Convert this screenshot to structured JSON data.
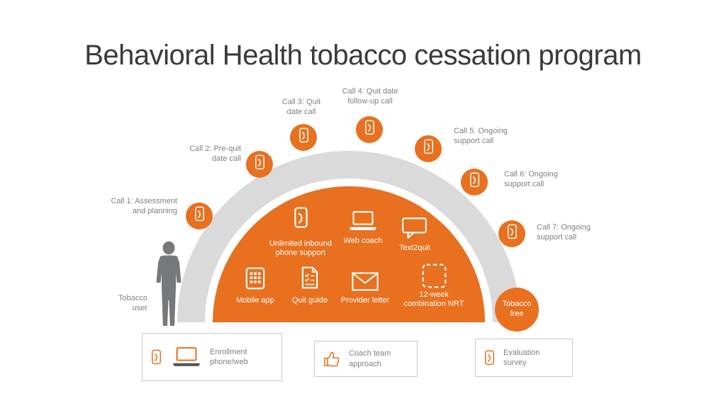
{
  "title": "Behavioral Health tobacco cessation program",
  "colors": {
    "orange": "#e8701e",
    "arch_gray": "#dadada",
    "label_gray": "#7f7f7f",
    "text_dark": "#3a3a3a"
  },
  "calls": [
    {
      "label": "Call 1: Assessment\nand planning"
    },
    {
      "label": "Call 2: Pre-quit\ndate call"
    },
    {
      "label": "Call 3: Quit\ndate call"
    },
    {
      "label": "Call 4: Quit date\nfollow-up call"
    },
    {
      "label": "Call 5: Ongoing\nsupport call"
    },
    {
      "label": "Call 6: Ongoing\nsupport call"
    },
    {
      "label": "Call 7: Ongoing\nsupport call"
    }
  ],
  "dome": {
    "row1": [
      {
        "icon": "phone-icon",
        "label": "Unlimited inbound\nphone support"
      },
      {
        "icon": "laptop-icon",
        "label": "Web coach"
      },
      {
        "icon": "speech-bubble-icon",
        "label": "Text2quit"
      }
    ],
    "row2": [
      {
        "icon": "app-grid-icon",
        "label": "Mobile app"
      },
      {
        "icon": "checklist-icon",
        "label": "Quit guide"
      },
      {
        "icon": "envelope-icon",
        "label": "Provider letter"
      },
      {
        "icon": "dashed-box-icon",
        "label": "12-week\ncombination NRT"
      }
    ]
  },
  "endpoints": {
    "start": "Tobacco\nuser",
    "end": "Tobacco\nfree"
  },
  "footer": [
    {
      "icons": [
        "phone-icon",
        "laptop-icon"
      ],
      "label": "Enrollment\nphone/web"
    },
    {
      "icons": [
        "thumbs-up-icon"
      ],
      "label": "Coach team\napproach"
    },
    {
      "icons": [
        "phone-icon"
      ],
      "label": "Evaluation\nsurvey"
    }
  ]
}
